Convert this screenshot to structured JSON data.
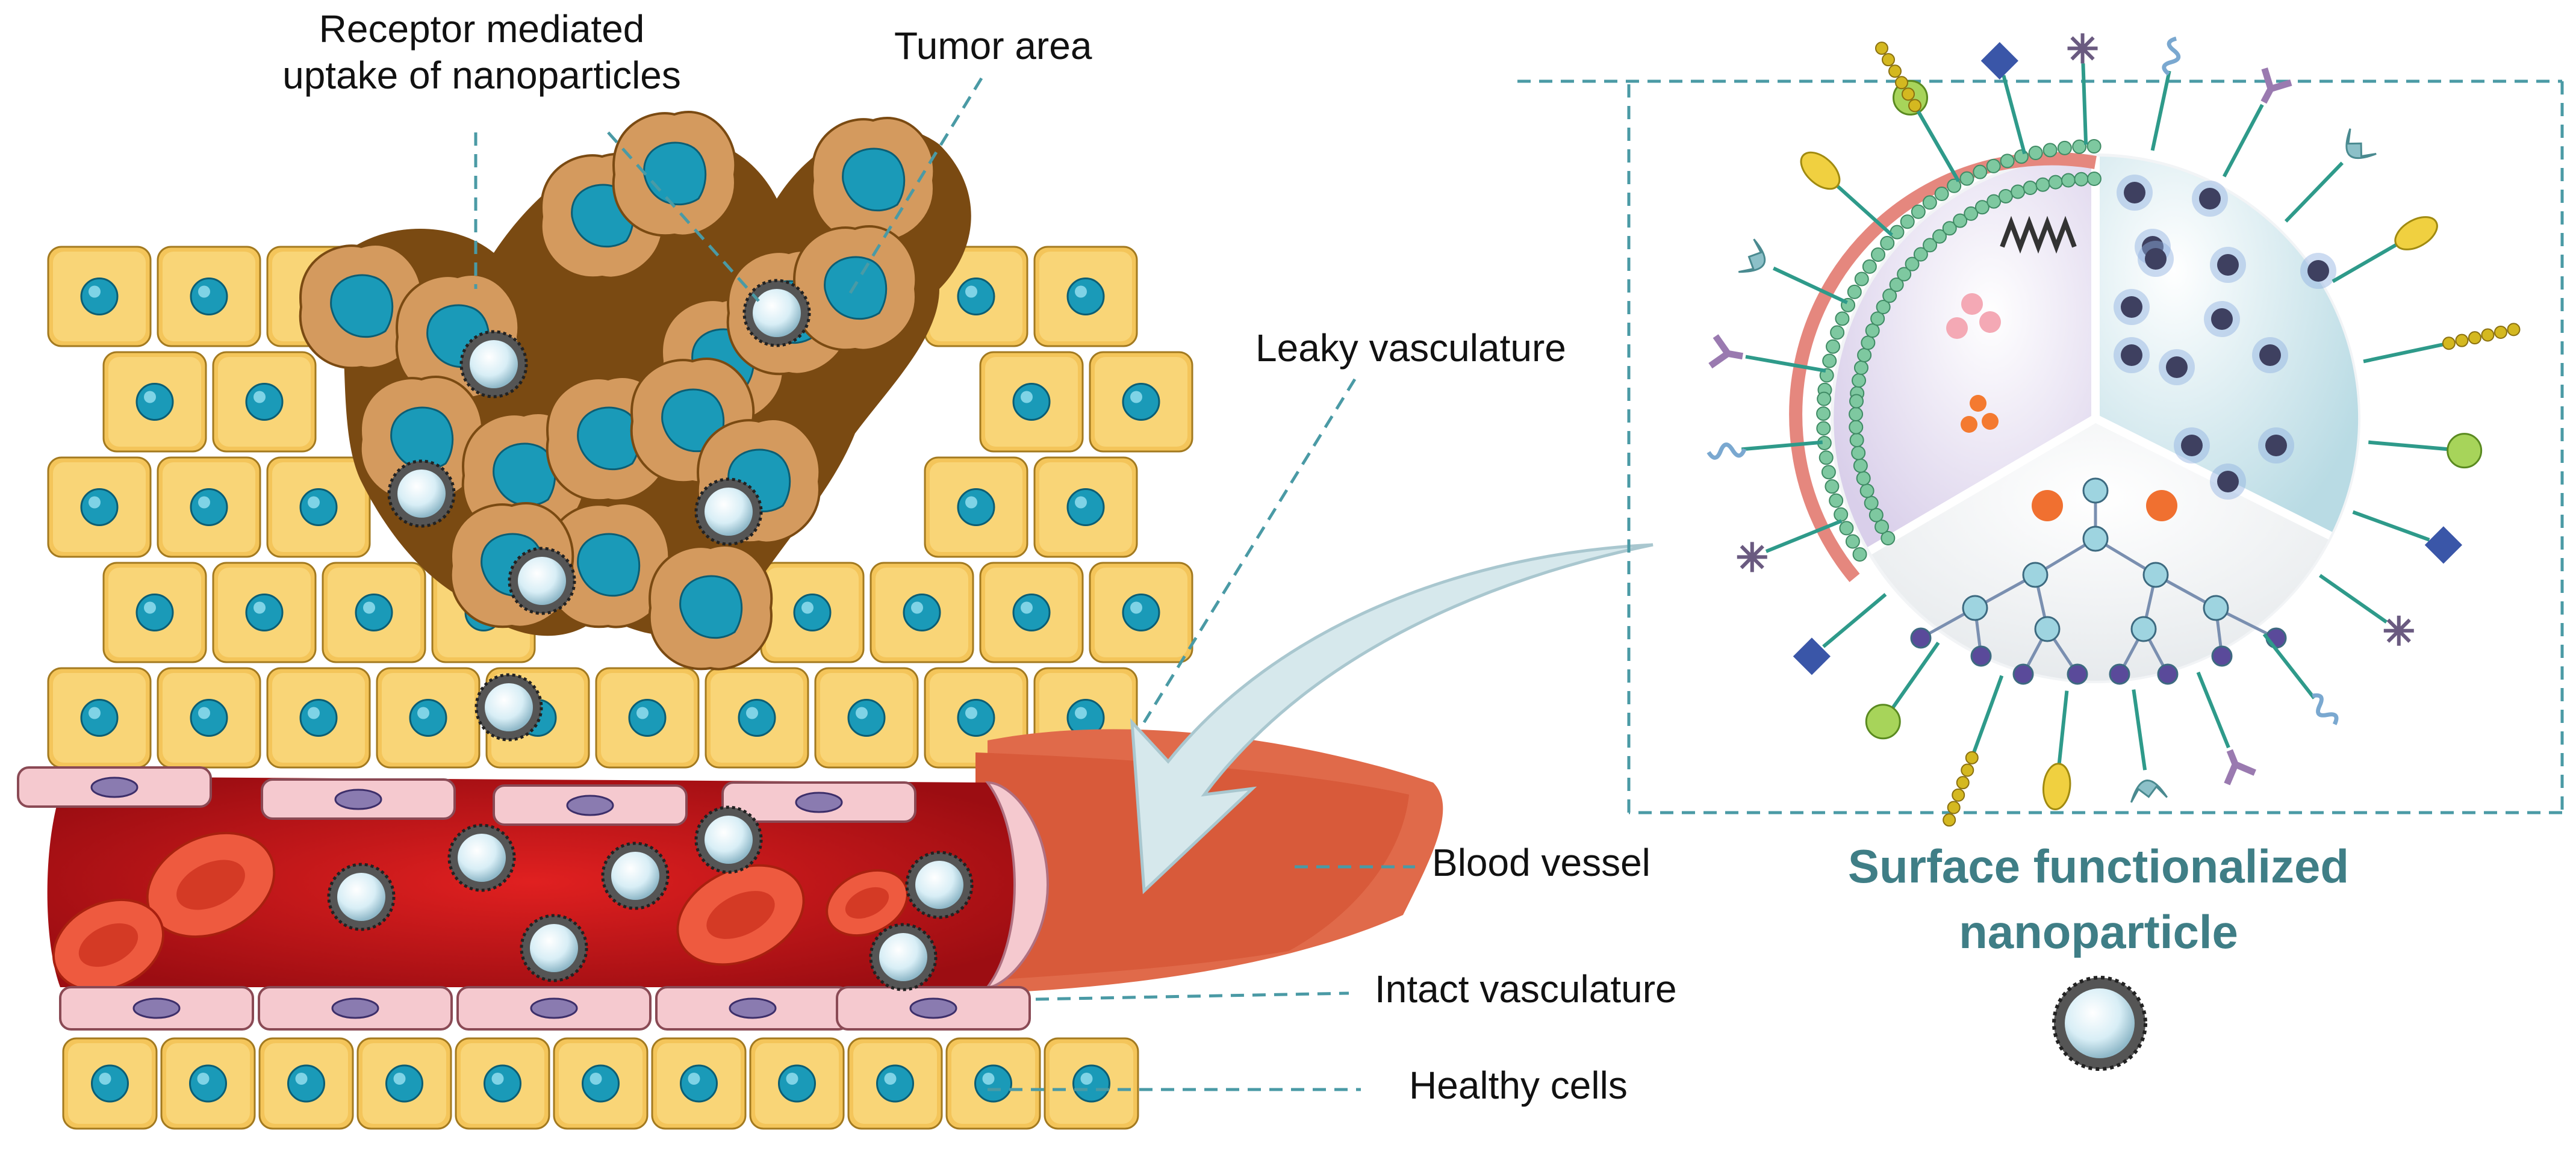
{
  "labels": {
    "receptor_line1": "Receptor mediated",
    "receptor_line2": "uptake of nanoparticles",
    "tumor_area": "Tumor area",
    "leaky_vasculature": "Leaky vasculature",
    "blood_vessel": "Blood vessel",
    "intact_vasculature": "Intact vasculature",
    "healthy_cells": "Healthy cells"
  },
  "nanoparticle_panel": {
    "title_line1": "Surface functionalized",
    "title_line2": "nanoparticle"
  },
  "colors": {
    "leader_line": "#4a9aa5",
    "healthy_cell_fill": "#f4c55a",
    "nucleus": "#1a9ab8",
    "tumor_matrix": "#7a4a12",
    "tumor_cell": "#d49a5e",
    "blood": "#c8161d",
    "vessel_wall": "#f5c9cf",
    "arrow": "#d6e8ec",
    "title_teal": "#3f7e86"
  }
}
